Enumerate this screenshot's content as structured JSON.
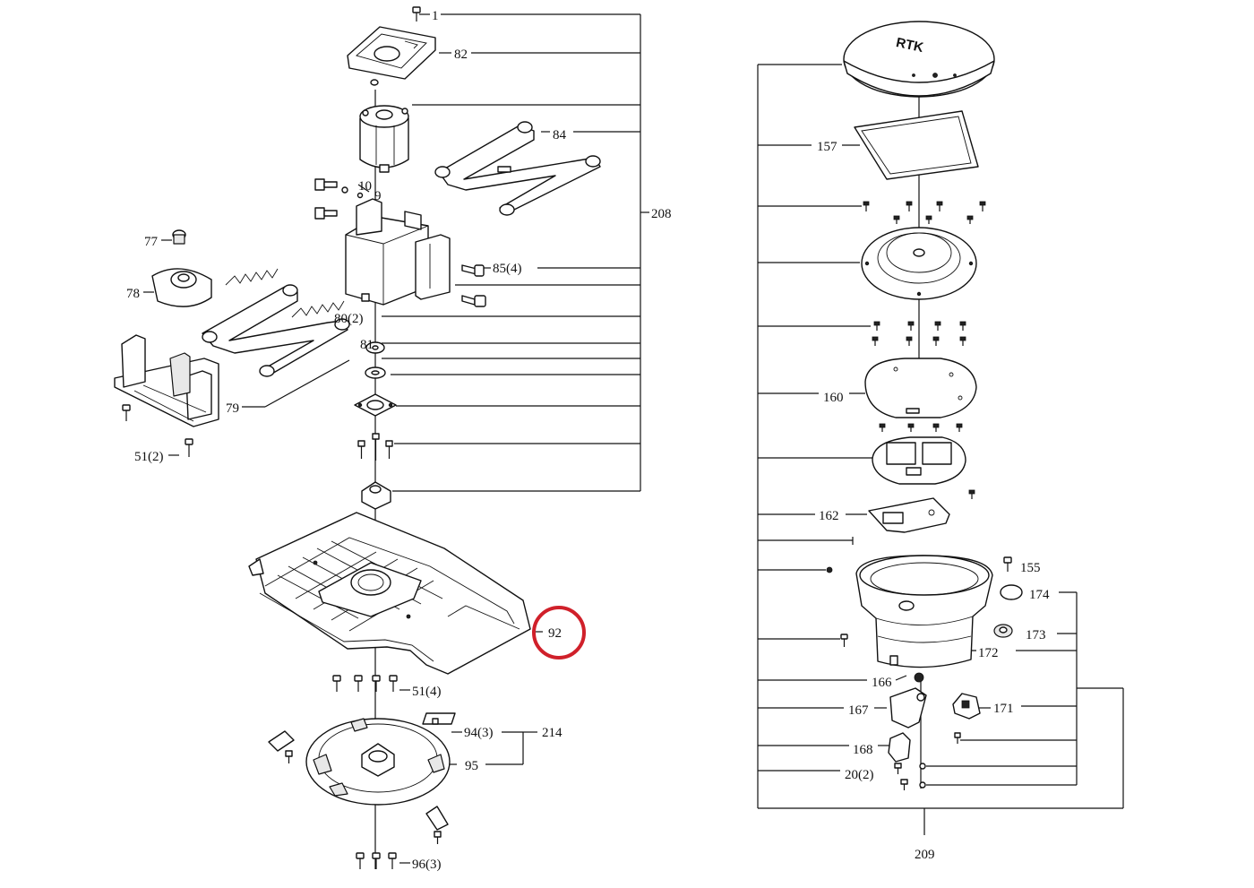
{
  "highlight_color": "#d0202a",
  "left_assembly": {
    "labels": {
      "p1": "1",
      "p82": "82",
      "p84": "84",
      "p10": "10",
      "p9": "9",
      "p208": "208",
      "p77": "77",
      "p78": "78",
      "p85": "85(4)",
      "p80": "80(2)",
      "p81": "81",
      "p79": "79",
      "p51_2": "51(2)",
      "p92": "92",
      "p51_4": "51(4)",
      "p94": "94(3)",
      "p214": "214",
      "p95": "95",
      "p96": "96(3)"
    }
  },
  "right_assembly": {
    "labels": {
      "rtk": "RTK",
      "p157": "157",
      "p160": "160",
      "p162": "162",
      "p155": "155",
      "p174": "174",
      "p173": "173",
      "p172": "172",
      "p166": "166",
      "p167": "167",
      "p171": "171",
      "p168": "168",
      "p20": "20(2)",
      "p209": "209"
    }
  }
}
